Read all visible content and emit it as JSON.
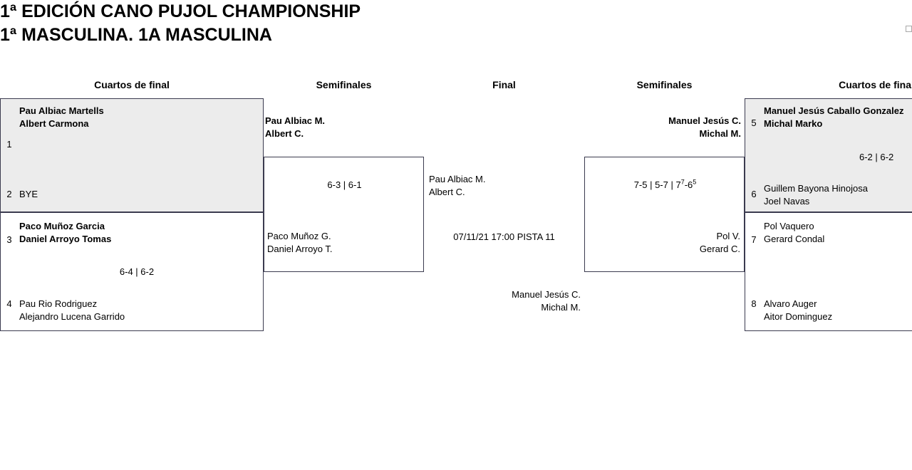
{
  "title": {
    "line1": "1ª EDICIÓN CANO PUJOL CHAMPIONSHIP",
    "line2": "1ª MASCULINA. 1A MASCULINA"
  },
  "headers": {
    "qf_left": "Cuartos de final",
    "sf_left": "Semifinales",
    "final": "Final",
    "sf_right": "Semifinales",
    "qf_right": "Cuartos de final"
  },
  "bracket": {
    "quarterfinals_left": [
      {
        "seed_top": "1",
        "top_line1": "Pau Albiac Martells",
        "top_line2": "Albert Carmona",
        "top_winner": true,
        "seed_bottom": "2",
        "bottom_line1": "BYE",
        "bottom_line2": "",
        "bottom_winner": false,
        "score": "",
        "shaded": true
      },
      {
        "seed_top": "3",
        "top_line1": "Paco Muñoz Garcia",
        "top_line2": "Daniel Arroyo Tomas",
        "top_winner": true,
        "seed_bottom": "4",
        "bottom_line1": "Pau Rio Rodriguez",
        "bottom_line2": "Alejandro Lucena Garrido",
        "bottom_winner": false,
        "score": "6-4 | 6-2",
        "shaded": false
      }
    ],
    "semifinal_left": {
      "top_line1": "Pau Albiac M.",
      "top_line2": "Albert C.",
      "top_winner": true,
      "bottom_line1": "Paco Muñoz G.",
      "bottom_line2": "Daniel Arroyo T.",
      "bottom_winner": false,
      "score": "6-3 | 6-1"
    },
    "final": {
      "top_line1": "Pau Albiac M.",
      "top_line2": "Albert C.",
      "top_winner": false,
      "bottom_line1": "Manuel Jesús C.",
      "bottom_line2": "Michal M.",
      "bottom_winner": false,
      "schedule_line1": "07/11/21 17:00 PISTA",
      "schedule_line2": "11"
    },
    "semifinal_right": {
      "top_line1": "Manuel Jesús C.",
      "top_line2": "Michal M.",
      "top_winner": true,
      "bottom_line1": "Pol V.",
      "bottom_line2": "Gerard C.",
      "bottom_winner": false,
      "score_pre": "7-5 | 5-7 | 7",
      "score_sup1": "7",
      "score_mid": "-6",
      "score_sup2": "5"
    },
    "quarterfinals_right": [
      {
        "seed_top": "5",
        "top_line1": "Manuel Jesús Caballo Gonzalez",
        "top_line2": "Michal Marko",
        "top_winner": true,
        "seed_bottom": "6",
        "bottom_line1": "Guillem Bayona Hinojosa",
        "bottom_line2": "Joel Navas",
        "bottom_winner": false,
        "score": "6-2 | 6-2",
        "shaded": true
      },
      {
        "seed_top": "7",
        "top_line1": "Pol Vaquero",
        "top_line2": "Gerard Condal",
        "top_winner": false,
        "seed_bottom": "8",
        "bottom_line1": "Alvaro Auger",
        "bottom_line2": "Aitor Dominguez",
        "bottom_winner": false,
        "score": "",
        "shaded": false
      }
    ]
  },
  "colors": {
    "shaded_bg": "#ececec",
    "border": "#3b3b4f",
    "corner_icon_border": "#a8a8a8"
  }
}
